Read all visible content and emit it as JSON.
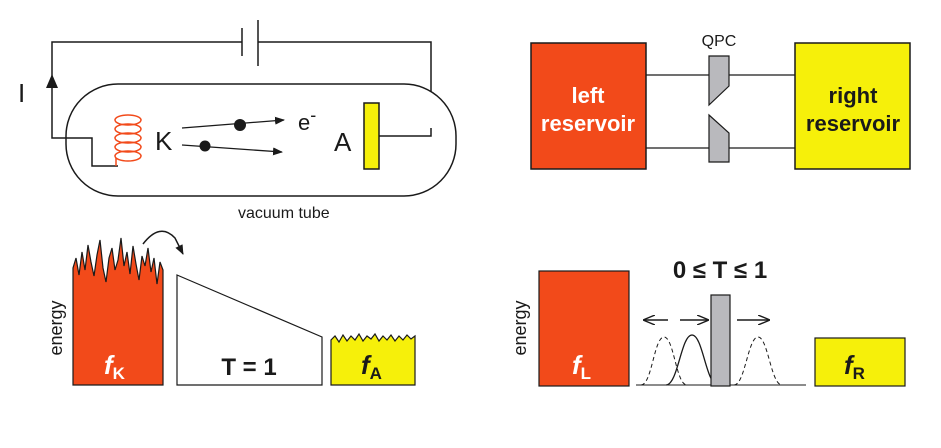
{
  "colors": {
    "red": "#f24a1a",
    "yellow": "#f6f00a",
    "gray": "#b9b9bd",
    "line": "#1a1a1a"
  },
  "vacuum_tube": {
    "current_label": "I",
    "cathode_label": "K",
    "electron_label": "e",
    "electron_sup": "-",
    "anode_label": "A",
    "tube_label": "vacuum tube"
  },
  "qpc_circuit": {
    "qpc_label": "QPC",
    "left_line1": "left",
    "left_line2": "reservoir",
    "right_line1": "right",
    "right_line2": "reservoir"
  },
  "vacuum_energy": {
    "axis_label": "energy",
    "fk_main": "f",
    "fk_sub": "K",
    "transmission": "T = 1",
    "fa_main": "f",
    "fa_sub": "A"
  },
  "qpc_energy": {
    "axis_label": "energy",
    "transmission": "0 ≤ T ≤ 1",
    "fl_main": "f",
    "fl_sub": "L",
    "fr_main": "f",
    "fr_sub": "R"
  }
}
